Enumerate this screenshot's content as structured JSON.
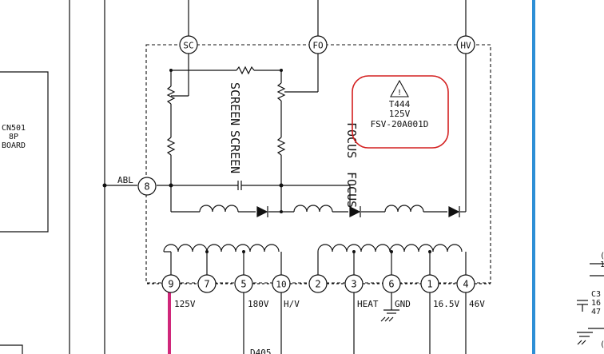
{
  "top_pins": {
    "sc": "SC",
    "fo": "FO",
    "hv": "HV"
  },
  "abl": {
    "label": "ABL",
    "pin": "8"
  },
  "screen_labels": [
    "SCREEN",
    "SCREEN"
  ],
  "focus_labels": [
    "FOCUS",
    "FOCUS"
  ],
  "part": {
    "ref": "T444",
    "rating": "125V",
    "model": "FSV-20A001D",
    "warning_symbol": "!"
  },
  "bottom_pins": [
    "9",
    "7",
    "5",
    "10",
    "2",
    "3",
    "6",
    "1",
    "4"
  ],
  "bottom_labels": {
    "v125": "125V",
    "v180": "180V",
    "hv": "H/V",
    "heat": "HEAT",
    "gnd": "GND",
    "v165": "16.5V",
    "v46": "46V"
  },
  "connector": {
    "name": "CN501",
    "pins": "8P",
    "board": "BOARD"
  },
  "left_bottom_ref": "D405",
  "right_partial": [
    "(",
    "1",
    "C3",
    "16",
    "47",
    "("
  ],
  "colors": {
    "highlight_circle": "#d42020",
    "blue_bus": "#2d8fd6",
    "magenta_trace": "#d0277a",
    "line": "#111111"
  }
}
